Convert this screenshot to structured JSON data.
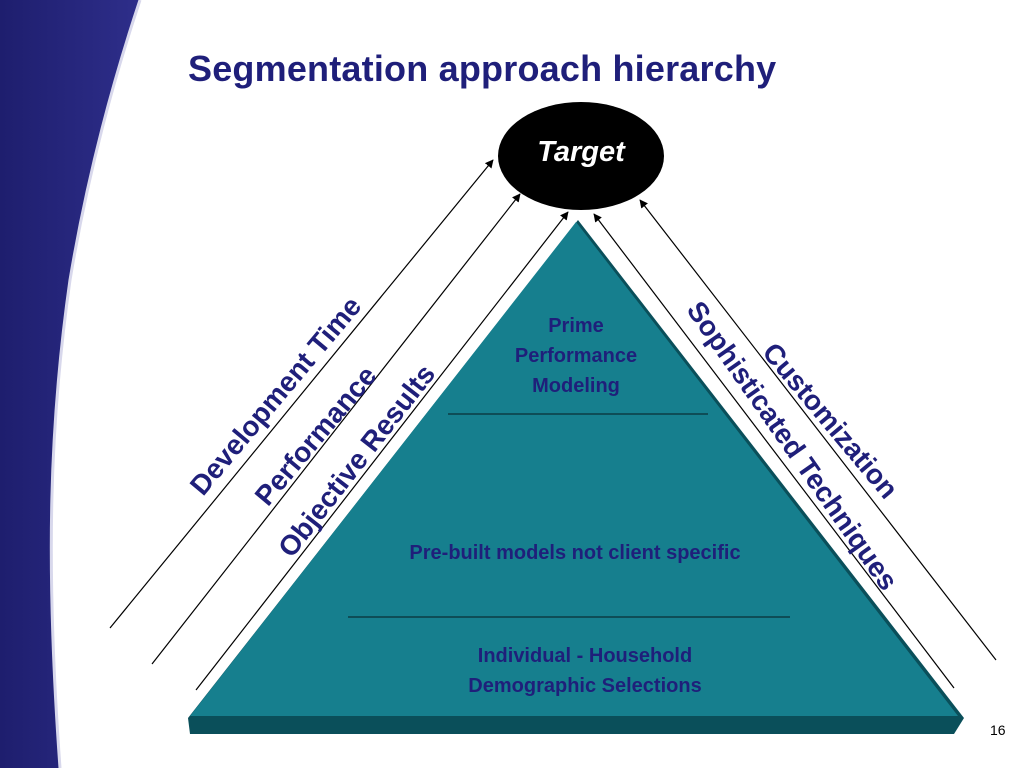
{
  "slide": {
    "title": "Segmentation approach hierarchy",
    "page_number": "16"
  },
  "diagram": {
    "apex": "Target",
    "tiers": [
      {
        "label": "Prime\nPerformance\nModeling"
      },
      {
        "label": "Pre-built models not client specific"
      },
      {
        "label": "Individual - Household\nDemographic Selections"
      }
    ],
    "left_axes": [
      "Development Time",
      "Performance",
      "Objective Results"
    ],
    "right_axes": [
      "Sophisticated Techniques",
      "Customization"
    ]
  },
  "colors": {
    "title": "#1f1f7a",
    "pyramid_fill": "#167f8e",
    "pyramid_shadow": "#0a4f5a",
    "side_band": "#25257a",
    "target_fill": "#000000"
  }
}
